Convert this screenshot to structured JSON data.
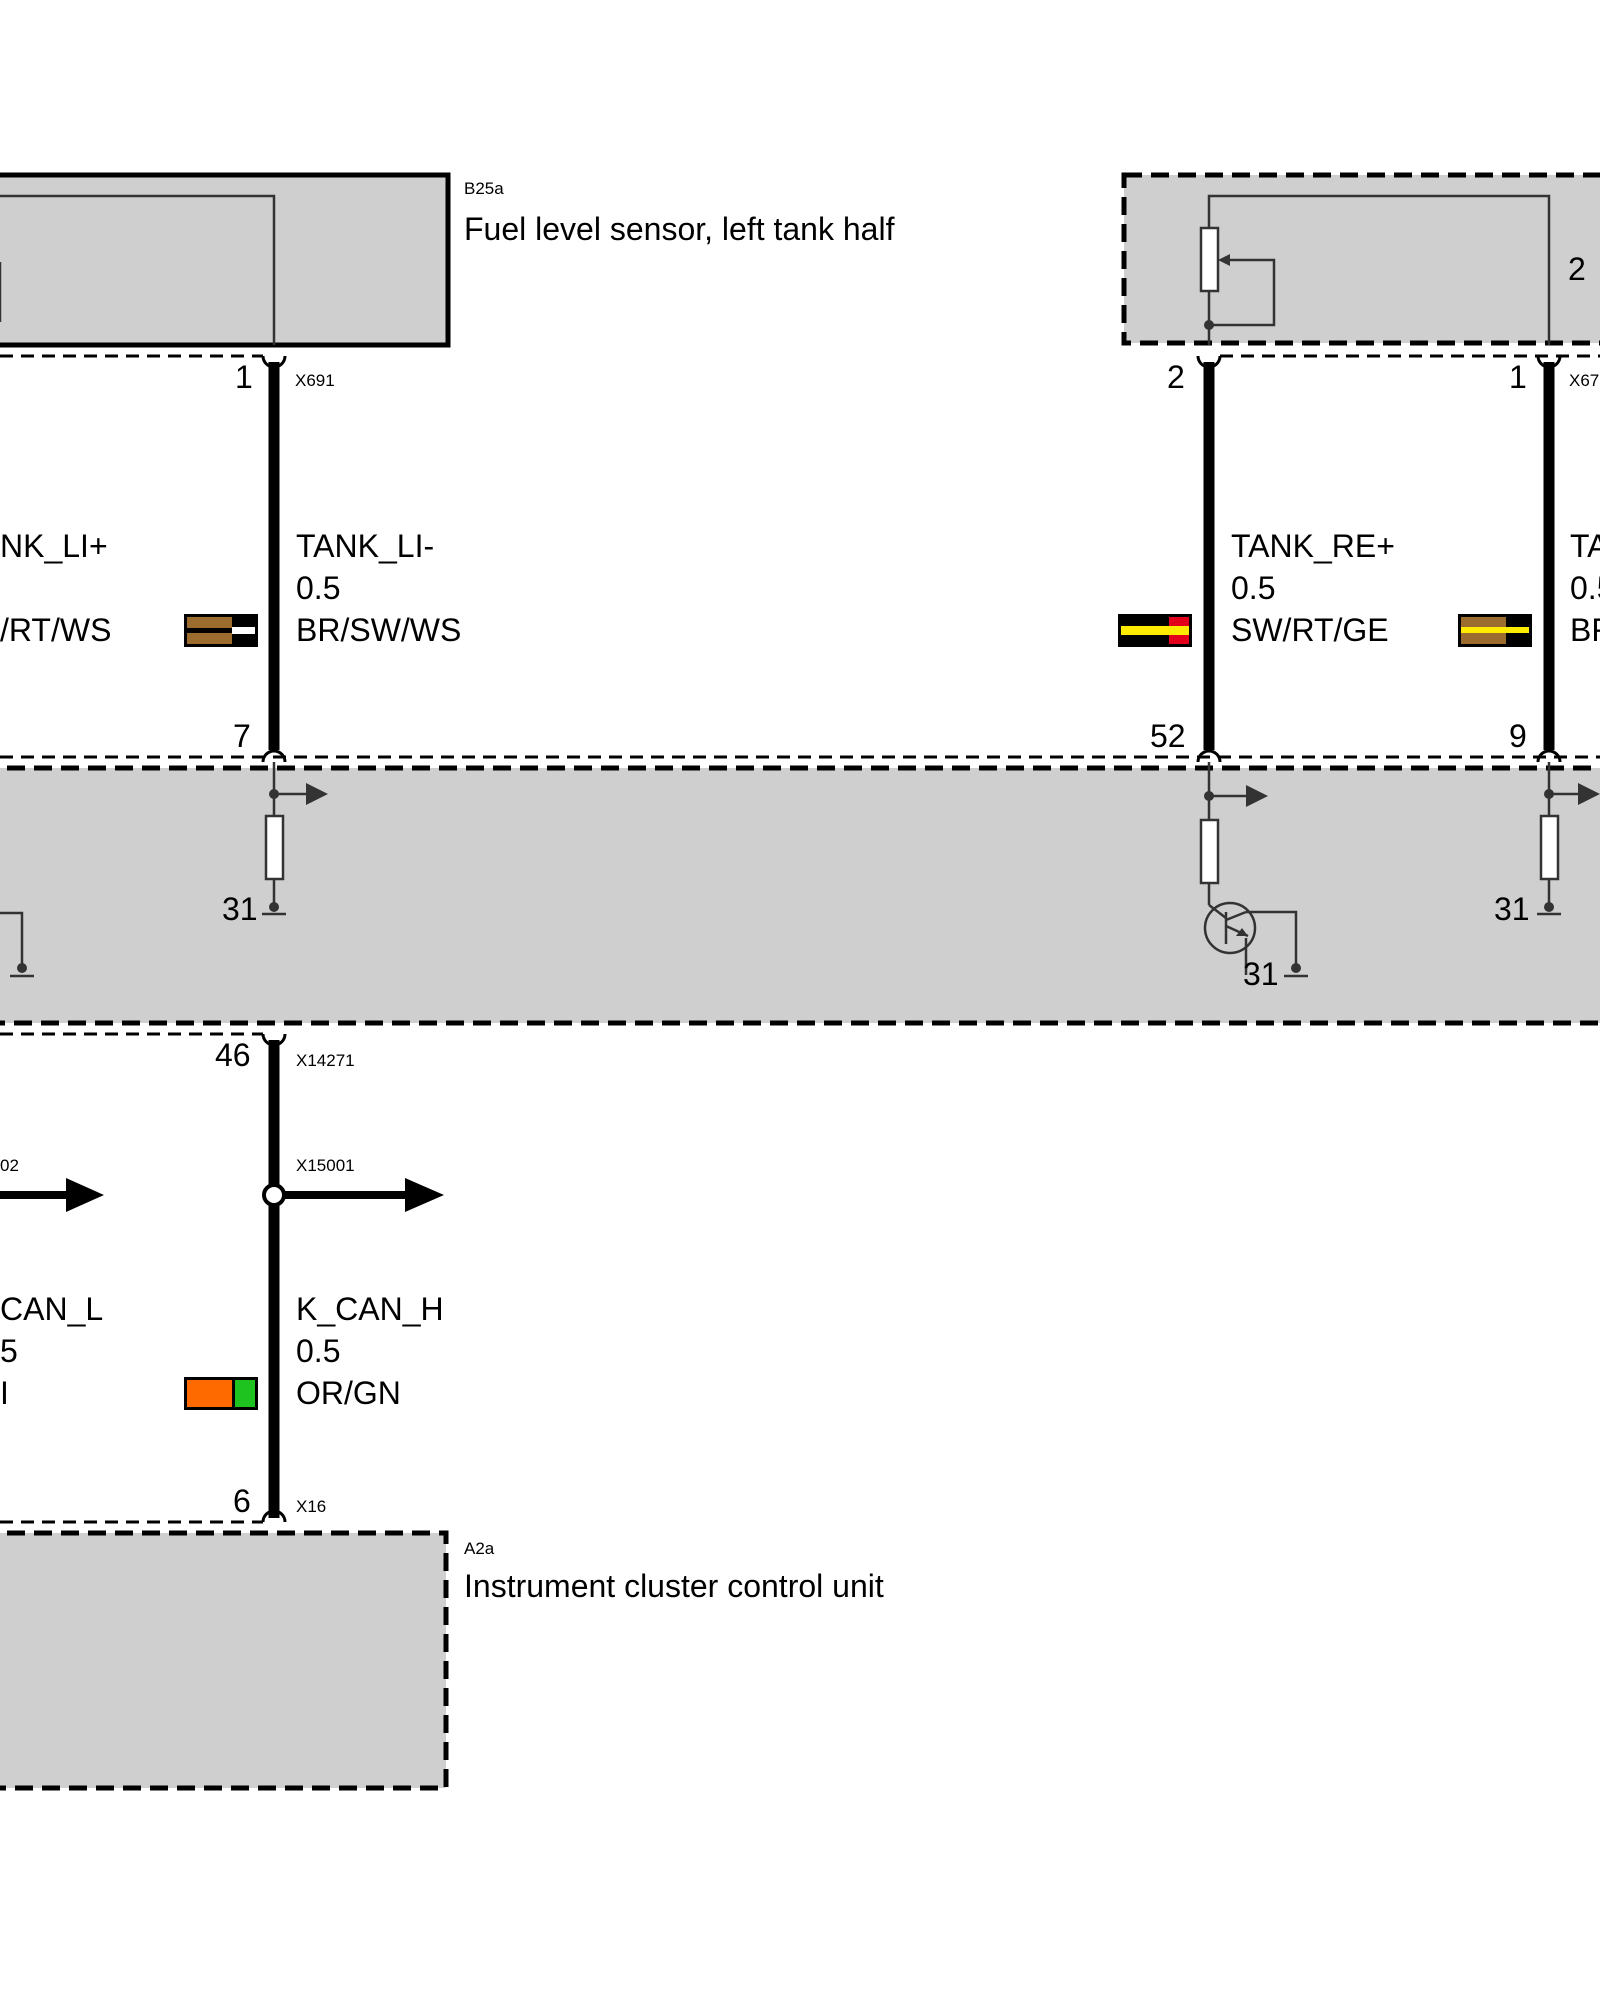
{
  "components": {
    "fuel_sensor_left": {
      "code": "B25a",
      "title": "Fuel level sensor, left tank half"
    },
    "fuel_sensor_right": {
      "pin_label": "2"
    },
    "instrument_cluster": {
      "code": "A2a",
      "title": "Instrument cluster control unit"
    }
  },
  "connectors": {
    "x691": {
      "name": "X691",
      "pin": "1"
    },
    "x67": {
      "name": "X67",
      "pin_left": "2",
      "pin_right": "1"
    },
    "x14271": {
      "name": "X14271",
      "pin": "46"
    },
    "x15001": {
      "name": "X15001"
    },
    "x15002": {
      "name": "02"
    },
    "x16": {
      "name": "X16",
      "pin": "6"
    }
  },
  "wires": {
    "tank_li_plus": {
      "signal": "NK_LI+",
      "color_code": "/RT/WS"
    },
    "tank_li_minus": {
      "signal": "TANK_LI-",
      "gauge": "0.5",
      "color_code": "BR/SW/WS",
      "module_pin": "7"
    },
    "tank_re_plus": {
      "signal": "TANK_RE+",
      "gauge": "0.5",
      "color_code": "SW/RT/GE",
      "module_pin": "52"
    },
    "tank_re_minus": {
      "signal": "TA",
      "gauge": "0.5",
      "color_code": "BR",
      "module_pin": "9"
    },
    "k_can_l": {
      "signal": "CAN_L",
      "gauge": "5",
      "color_code": "I"
    },
    "k_can_h": {
      "signal": "K_CAN_H",
      "gauge": "0.5",
      "color_code": "OR/GN"
    }
  },
  "ground_labels": {
    "g1": "31",
    "g2": "31",
    "g3": "31"
  },
  "colors": {
    "component_fill": "#cfcfcf",
    "brown": "#9c6b2e",
    "white": "#ffffff",
    "black": "#000000",
    "red": "#e3001b",
    "yellow": "#ffeb00",
    "orange": "#ff6a00",
    "green": "#1fc31f"
  }
}
